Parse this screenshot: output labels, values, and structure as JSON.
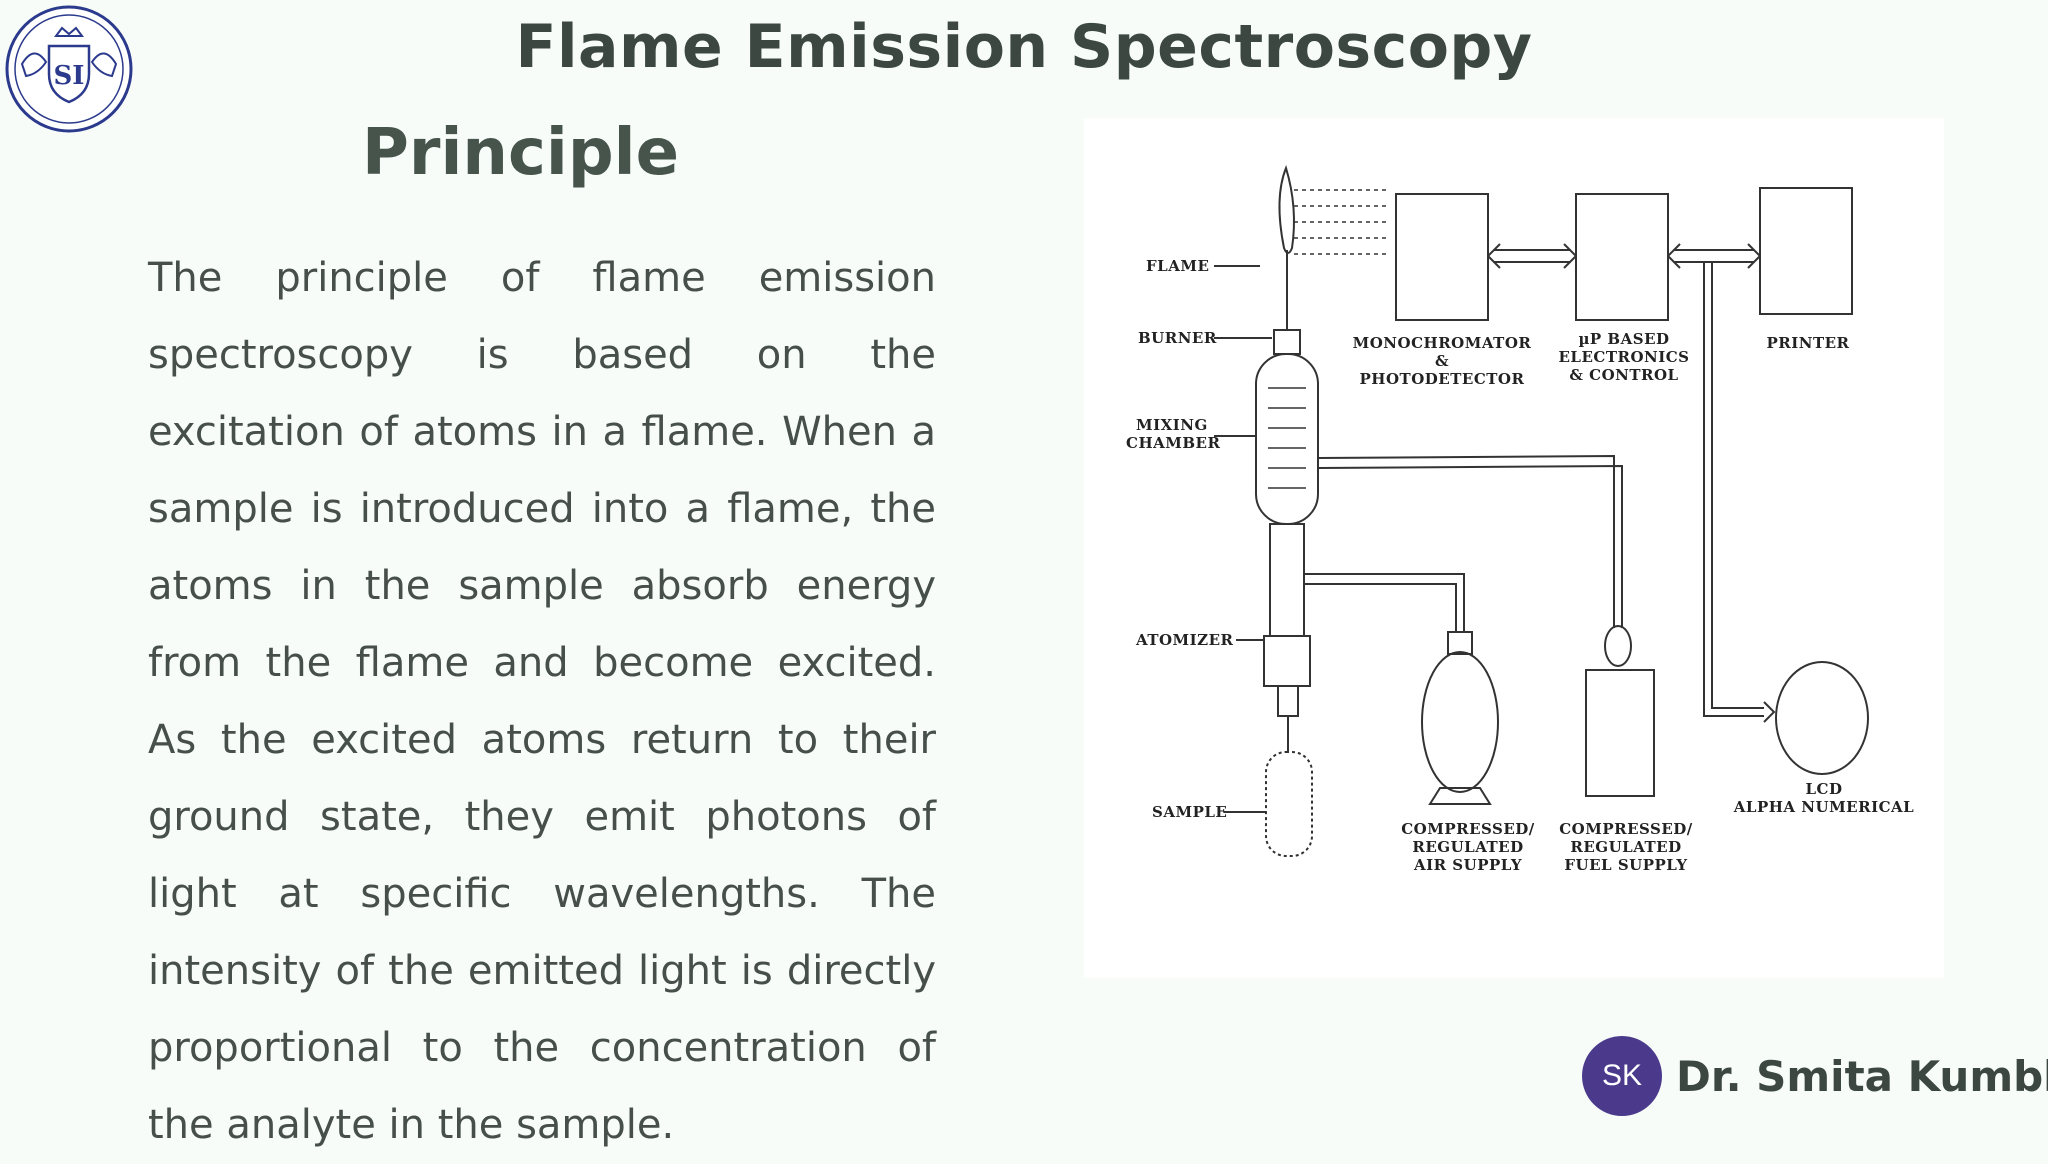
{
  "slide": {
    "title": "Flame Emission Spectroscopy",
    "heading": "Principle",
    "body": "The principle of flame emission spectroscopy is based on the excitation of atoms in a flame. When a sample is introduced into a flame, the atoms in the sample absorb energy from the flame and become excited. As the excited atoms return to their ground state, they emit photons of light at specific wavelengths. The intensity of the emitted light is directly proportional to the concentration of the analyte in the sample."
  },
  "logo": {
    "text": "SI",
    "color": "#2b3a8c"
  },
  "diagram": {
    "labels": {
      "flame": "FLAME",
      "burner": "BURNER",
      "mixing_1": "MIXING",
      "mixing_2": "CHAMBER",
      "atomizer": "ATOMIZER",
      "sample": "SAMPLE",
      "mono_1": "MONOCHROMATOR",
      "mono_2": "&",
      "mono_3": "PHOTODETECTOR",
      "elec_1": "µP BASED",
      "elec_2": "ELECTRONICS",
      "elec_3": "& CONTROL",
      "printer": "PRINTER",
      "air_1": "COMPRESSED/",
      "air_2": "REGULATED",
      "air_3": "AIR SUPPLY",
      "fuel_1": "COMPRESSED/",
      "fuel_2": "REGULATED",
      "fuel_3": "FUEL SUPPLY",
      "lcd_1": "LCD",
      "lcd_2": "ALPHA NUMERICAL"
    }
  },
  "author": {
    "initials": "SK",
    "name": "Dr. Smita Kumbhar",
    "avatar_color": "#4b3a8c"
  }
}
